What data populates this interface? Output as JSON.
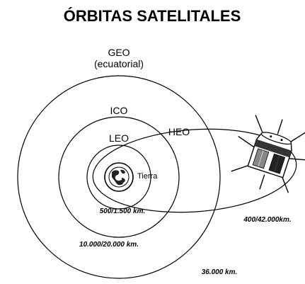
{
  "title": "ÓRBITAS SATELITALES",
  "orbits": {
    "geo_label": "GEO",
    "geo_sublabel": "(ecuatorial)",
    "ico_label": "ICO",
    "leo_label": "LEO",
    "heo_label": "HEO"
  },
  "earth_label": "Tierra",
  "distances": {
    "leo": "500/1.500 km.",
    "ico": "10.000/20.000 km.",
    "geo": "36.000 km.",
    "heo": "400/42.000km."
  },
  "icons": {
    "earth": "earth-globe-icon",
    "satellite": "satellite-icon"
  }
}
